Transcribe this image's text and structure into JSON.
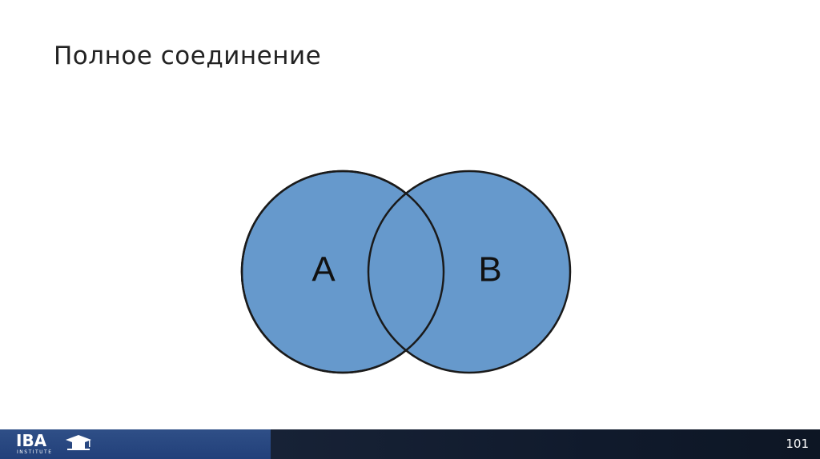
{
  "slide": {
    "title": "Полное соединение",
    "page_number": "101"
  },
  "diagram": {
    "set_a_label": "A",
    "set_b_label": "B",
    "fill_color": "#6699cc",
    "stroke_color": "#1a1a1a"
  },
  "footer": {
    "logo_text": "IBA",
    "logo_subtext": "INSTITUTE",
    "left_color": "#2b4a85",
    "right_color": "#121c2e"
  }
}
